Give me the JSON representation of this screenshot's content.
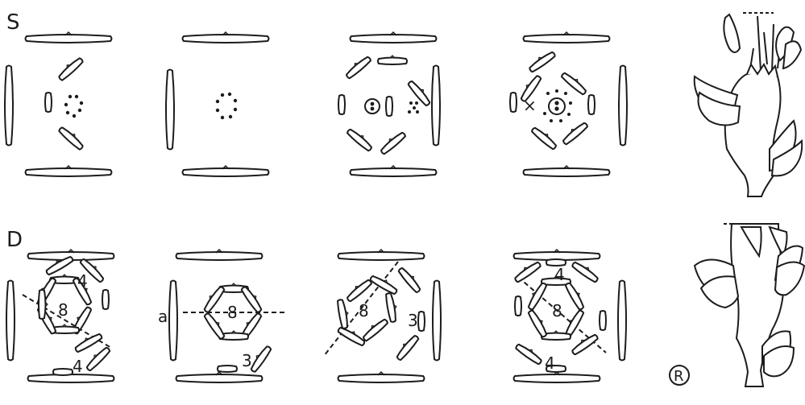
{
  "rows": {
    "top_label": "S",
    "bottom_label": "D"
  },
  "diagram_numbers": {
    "d1_upper": "4",
    "d1_center": "8",
    "d1_lower": "4",
    "d2_left": "a",
    "d2_center": "8",
    "d2_lower": "3",
    "d3_center": "8",
    "d3_right": "3",
    "d4_upper": "4",
    "d4_center": "8",
    "d4_lower": "4",
    "s4_mark": "×"
  },
  "monogram": "R"
}
